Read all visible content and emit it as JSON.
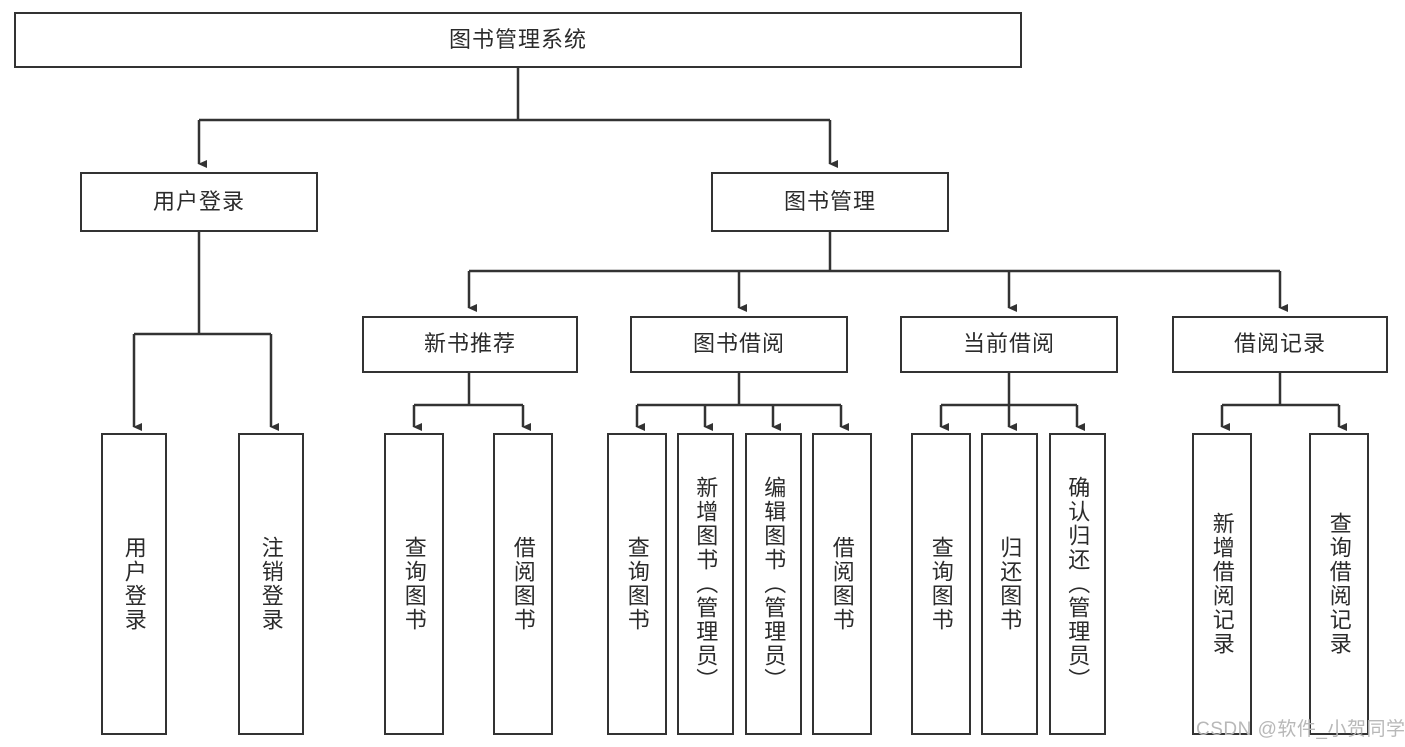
{
  "diagram": {
    "title": "图书管理系统",
    "type": "tree",
    "colors": {
      "stroke": "#333333",
      "fill": "#ffffff",
      "text": "#2b2b2b",
      "watermark": "#b8b8b8"
    },
    "nodes": {
      "root": {
        "label": "图书管理系统"
      },
      "level2": {
        "user_login": {
          "label": "用户登录"
        },
        "book_manage": {
          "label": "图书管理"
        }
      },
      "level3": {
        "new_book_rec": {
          "label": "新书推荐"
        },
        "book_borrow": {
          "label": "图书借阅"
        },
        "current_borrow": {
          "label": "当前借阅"
        },
        "borrow_record": {
          "label": "借阅记录"
        }
      },
      "leaves": {
        "user_login": [
          {
            "label": "用户登录"
          },
          {
            "label": "注销登录"
          }
        ],
        "new_book_rec": [
          {
            "label": "查询图书"
          },
          {
            "label": "借阅图书"
          }
        ],
        "book_borrow": [
          {
            "label": "查询图书"
          },
          {
            "label": "新增图书（管理员）"
          },
          {
            "label": "编辑图书（管理员）"
          },
          {
            "label": "借阅图书"
          }
        ],
        "current_borrow": [
          {
            "label": "查询图书"
          },
          {
            "label": "归还图书"
          },
          {
            "label": "确认归还（管理员）"
          }
        ],
        "borrow_record": [
          {
            "label": "新增借阅记录"
          },
          {
            "label": "查询借阅记录"
          }
        ]
      }
    },
    "watermark": "CSDN @软件_小贺同学"
  }
}
